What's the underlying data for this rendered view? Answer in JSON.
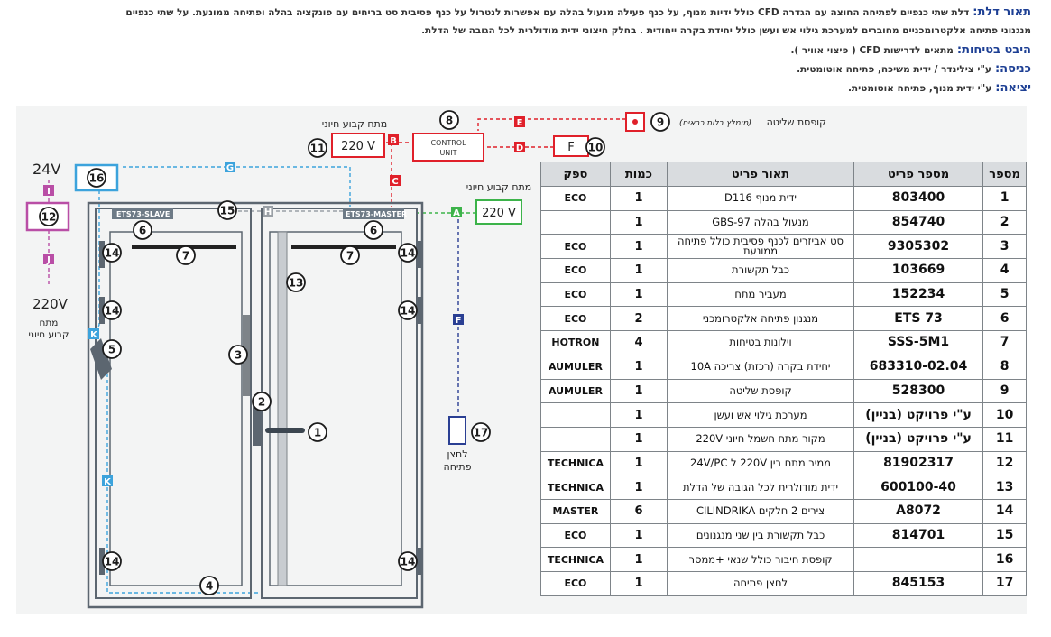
{
  "description": {
    "door_label": "תאור דלת:",
    "door_text_1": "דלת שתי כנפיים לפתיחה החוצה עם הגדרה CFD כולל ידיות מנוף, על כנף פעילה מנעול בהלה עם אפשרות לנטרול על כנף פסיבית סט בריחים עם פונקציה בהלה ופתיחה ממונעת. על שתי כנפיים",
    "door_text_2": "מנגנוני פתיחה אלקטרומכניים מחוברים למערכת גילוי אש ועשן כולל יחידת בקרה ייחודית . בחלק חיצוני ידית מודולרית לכל הגובה של הדלת.",
    "safety_label": "היבט בטיחות:",
    "safety_text": "מתאים לדרישות CFD ( פיצוי אוויר ).",
    "entry_label": "כניסה:",
    "entry_text": "ע\"י צילינדר / ידית משיכה, פתיחה אוטומטית.",
    "exit_label": "יציאה:",
    "exit_text": "ע\"י ידית מנוף, פתיחה אוטומטית."
  },
  "diagram": {
    "voltage_24": "24V",
    "voltage_220_left": "220V",
    "fixed_source_left": "מתח\nקבוע חיוני",
    "fixed_source_top": "מתח קבוע חיוני",
    "fixed_source_right": "מתח קבוע חיוני",
    "box_220v_top": "220 V",
    "box_220v_right": "220 V",
    "control_unit": "CONTROL\nUNIT",
    "remote_box_label": "קופסת שליטה",
    "remote_box_sub": "(מומלץ בלות כבאים)",
    "f_box": "F",
    "push_button_label": "לחצן\nפתיחה",
    "slave_label": "ETS73-SLAVE",
    "master_label": "ETS73-MASTER",
    "wire_labels": [
      "A",
      "B",
      "C",
      "D",
      "E",
      "F",
      "G",
      "H",
      "I",
      "J",
      "K"
    ],
    "callouts": [
      "1",
      "2",
      "3",
      "4",
      "5",
      "6",
      "7",
      "8",
      "9",
      "10",
      "11",
      "12",
      "13",
      "14",
      "15",
      "16",
      "17"
    ],
    "colors": {
      "red": "#e0202a",
      "green": "#3cb34a",
      "blue": "#3ca3dc",
      "navy": "#2a3f93",
      "magenta": "#b94ea6",
      "dark": "#1c1c1c"
    }
  },
  "table": {
    "headers": [
      "מספר",
      "מספר פריט",
      "תאור פריט",
      "כמות",
      "ספק"
    ],
    "rows": [
      {
        "no": "1",
        "pn": "803400",
        "desc": "ידית מנוף D116",
        "qty": "1",
        "sup": "ECO"
      },
      {
        "no": "2",
        "pn": "854740",
        "desc": "מנעול בהלה GBS-97",
        "qty": "1",
        "sup": ""
      },
      {
        "no": "3",
        "pn": "9305302",
        "desc": "סט אביזרים לכנף פסיבית כולל פתיחה ממונעת",
        "qty": "1",
        "sup": "ECO"
      },
      {
        "no": "4",
        "pn": "103669",
        "desc": "כבל תקשורת",
        "qty": "1",
        "sup": "ECO"
      },
      {
        "no": "5",
        "pn": "152234",
        "desc": "מעביר מתח",
        "qty": "1",
        "sup": "ECO"
      },
      {
        "no": "6",
        "pn": "ETS 73",
        "desc": "מנגנון פתיחה אלקטרומכני",
        "qty": "2",
        "sup": "ECO"
      },
      {
        "no": "7",
        "pn": "SSS-5M1",
        "desc": "וילונות בטיחות",
        "qty": "4",
        "sup": "HOTRON"
      },
      {
        "no": "8",
        "pn": "683310-02.04",
        "desc": "יחידת בקרה (רכזת) צריכה 10A",
        "qty": "1",
        "sup": "AUMULER"
      },
      {
        "no": "9",
        "pn": "528300",
        "desc": "קופסת שליטה",
        "qty": "1",
        "sup": "AUMULER"
      },
      {
        "no": "10",
        "pn": "ע\"י פרויקט (בניין)",
        "desc": "מערכת גילוי אש ועשן",
        "qty": "1",
        "sup": ""
      },
      {
        "no": "11",
        "pn": "ע\"י פרויקט (בניין)",
        "desc": "מקור מתח חשמל חיוני 220V",
        "qty": "1",
        "sup": ""
      },
      {
        "no": "12",
        "pn": "81902317",
        "desc": "ממיר מתח בין 220V ל 24V/PC",
        "qty": "1",
        "sup": "TECHNICA"
      },
      {
        "no": "13",
        "pn": "600100-40",
        "desc": "ידית מודולרית לכל הגובה של הדלת",
        "qty": "1",
        "sup": "TECHNICA"
      },
      {
        "no": "14",
        "pn": "A8072",
        "desc": "צירים 2 חלקים CILINDRIKA",
        "qty": "6",
        "sup": "MASTER"
      },
      {
        "no": "15",
        "pn": "814701",
        "desc": "כבל תקשורת בין שני מנגנונים",
        "qty": "1",
        "sup": "ECO"
      },
      {
        "no": "16",
        "pn": "",
        "desc": "קופסת חיבור כולל שנאי +ממסר",
        "qty": "1",
        "sup": "TECHNICA"
      },
      {
        "no": "17",
        "pn": "845153",
        "desc": "לחצן פתיחה",
        "qty": "1",
        "sup": "ECO"
      }
    ]
  }
}
